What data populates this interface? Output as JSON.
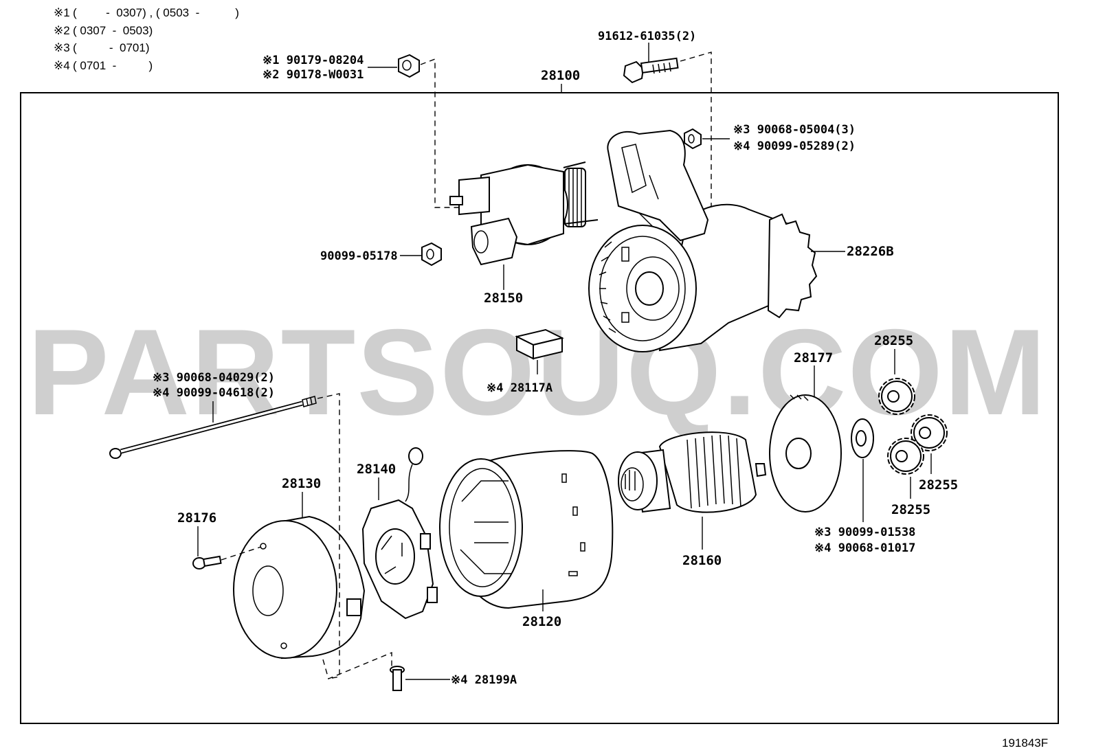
{
  "watermark": "PARTSOUQ.COM",
  "figure_code": "191843F",
  "notes": [
    {
      "mark": "※1",
      "text": "(         -  0307) , ( 0503  -           )"
    },
    {
      "mark": "※2",
      "text": "( 0307  -  0503)"
    },
    {
      "mark": "※3",
      "text": "(          -  0701)"
    },
    {
      "mark": "※4",
      "text": "( 0701  -          )"
    }
  ],
  "labels": {
    "p28100": "28100",
    "bolt91612": "91612-61035(2)",
    "nut_s1": "※1 90179-08204",
    "nut_s2": "※2 90178-W0031",
    "nut_90068_05004": "※3 90068-05004(3)",
    "nut_90099_05289": "※4 90099-05289(2)",
    "p28226B": "28226B",
    "nut_90099_05178": "90099-05178",
    "p28150": "28150",
    "p28117A": "※4 28117A",
    "p28177": "28177",
    "p28255_top": "28255",
    "p28255_right": "28255",
    "p28255_bottom": "28255",
    "bolt_90068_04029": "※3 90068-04029(2)",
    "bolt_90099_04618": "※4 90099-04618(2)",
    "p28130": "28130",
    "p28140": "28140",
    "p28176": "28176",
    "p28120": "28120",
    "p28160": "28160",
    "washer_90099_01538": "※3 90099-01538",
    "washer_90068_01017": "※4 90068-01017",
    "p28199A": "※4 28199A"
  }
}
